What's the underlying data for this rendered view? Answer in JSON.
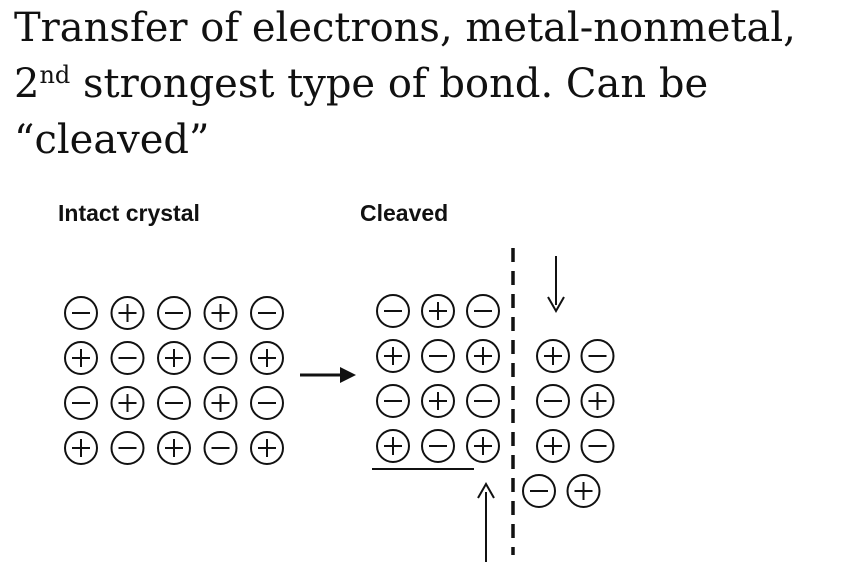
{
  "heading": {
    "line1": "Transfer of electrons, metal-nonmetal,",
    "line2_sup": "nd",
    "line2_num": "2",
    "line2_rest": " strongest type of bond. Can be",
    "line3": "“cleaved”"
  },
  "diagram": {
    "intact_label": "Intact crystal",
    "cleaved_label": "Cleaved",
    "intact_rows": [
      [
        "-",
        "+",
        "-",
        "+",
        "-"
      ],
      [
        "+",
        "-",
        "+",
        "-",
        "+"
      ],
      [
        "-",
        "+",
        "-",
        "+",
        "-"
      ],
      [
        "+",
        "-",
        "+",
        "-",
        "+"
      ]
    ],
    "cleaved_left_rows": [
      [
        "-",
        "+",
        "-"
      ],
      [
        "+",
        "-",
        "+"
      ],
      [
        "-",
        "+",
        "-"
      ],
      [
        "+",
        "-",
        "+"
      ]
    ],
    "cleaved_right_rows": [
      [
        "+",
        "-"
      ],
      [
        "-",
        "+"
      ],
      [
        "+",
        "-"
      ],
      [
        "-",
        "+"
      ]
    ],
    "ion_symbols": {
      "+": "plus",
      "-": "minus"
    }
  }
}
